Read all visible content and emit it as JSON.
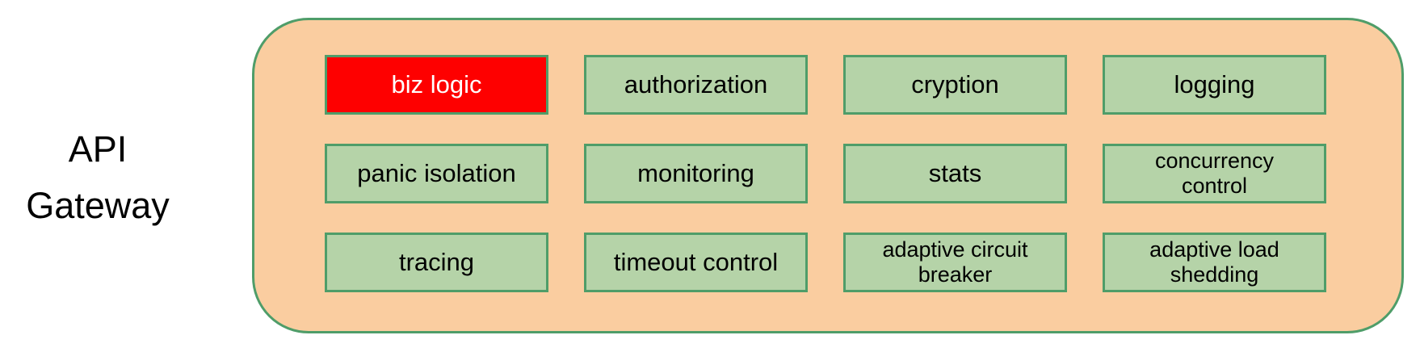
{
  "label": "API\nGateway",
  "gateway": {
    "cells": [
      {
        "label": "biz logic",
        "highlighted": true
      },
      {
        "label": "authorization",
        "highlighted": false
      },
      {
        "label": "cryption",
        "highlighted": false
      },
      {
        "label": "logging",
        "highlighted": false
      },
      {
        "label": "panic isolation",
        "highlighted": false
      },
      {
        "label": "monitoring",
        "highlighted": false
      },
      {
        "label": "stats",
        "highlighted": false
      },
      {
        "label": "concurrency\ncontrol",
        "highlighted": false
      },
      {
        "label": "tracing",
        "highlighted": false
      },
      {
        "label": "timeout control",
        "highlighted": false
      },
      {
        "label": "adaptive circuit\nbreaker",
        "highlighted": false
      },
      {
        "label": "adaptive load\nshedding",
        "highlighted": false
      }
    ]
  },
  "colors": {
    "container_fill": "#FACDA0",
    "border_green": "#4F9D69",
    "cell_fill": "#B5D3A8",
    "highlight_fill": "#FE0000",
    "highlight_text": "#FFFFFF",
    "text": "#000000"
  }
}
